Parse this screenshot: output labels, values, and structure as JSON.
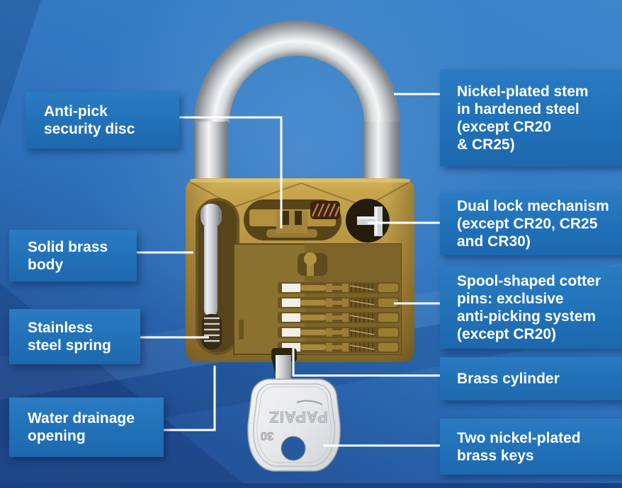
{
  "diagram": {
    "subject": "padlock-cutaway",
    "callouts": {
      "anti_pick": {
        "text": "Anti-pick\nsecurity disc"
      },
      "solid_brass": {
        "text": "Solid brass\nbody"
      },
      "stainless": {
        "text": "Stainless\nsteel spring"
      },
      "water": {
        "text": "Water drainage\nopening"
      },
      "nickel_stem": {
        "text": "Nickel-plated stem\nin hardened steel\n(except CR20\n& CR25)"
      },
      "dual_lock": {
        "text": "Dual lock mechanism\n(except CR20, CR25\nand CR30)"
      },
      "spool_pins": {
        "text": "Spool-shaped cotter\npins: exclusive\nanti-picking system\n(except CR20)"
      },
      "brass_cylinder": {
        "text": "Brass cylinder"
      },
      "keys": {
        "text": "Two nickel-plated\nbrass keys"
      }
    },
    "key_engraving": {
      "brand": "PAPAIZ",
      "size": "30"
    },
    "colors": {
      "label_box": "#2171b8",
      "background_top": "#3b82c8",
      "background_bottom": "#24549b",
      "connector_line": "#ffffff",
      "brass": "#b2913f",
      "chrome": "#d9dde0"
    }
  }
}
